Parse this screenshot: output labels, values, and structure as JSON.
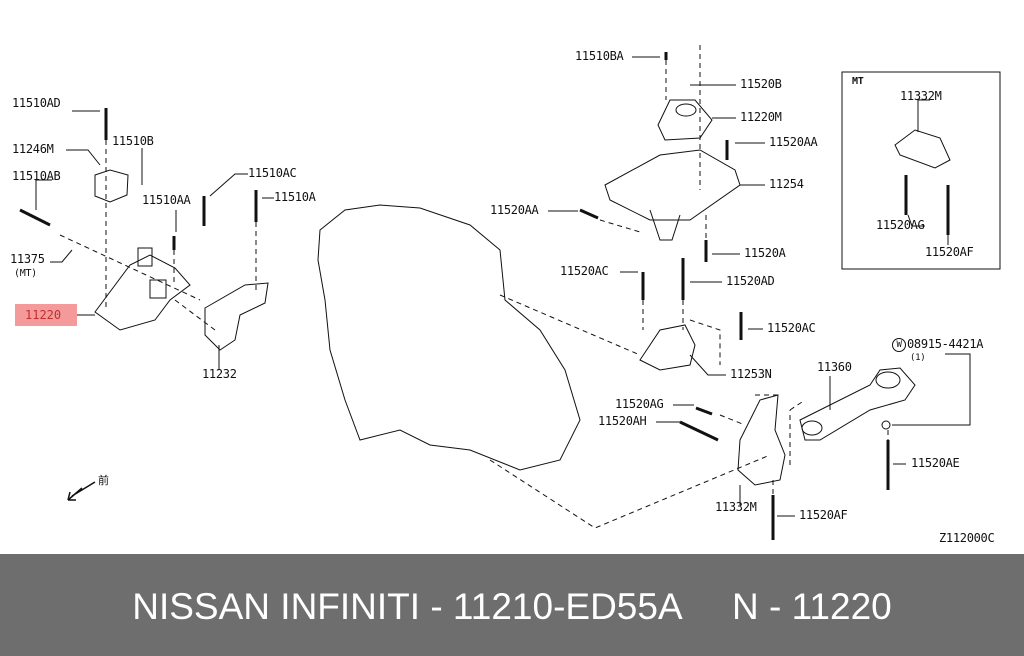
{
  "labels": {
    "l11510AD": "11510AD",
    "l11246M": "11246M",
    "l11510B": "11510B",
    "l11510AB": "11510AB",
    "l11510AC": "11510AC",
    "l11510AA": "11510AA",
    "l11510A": "11510A",
    "l11375": "11375",
    "l11375mt": "(MT)",
    "l11220": "11220",
    "l11232": "11232",
    "l11510BA": "11510BA",
    "l11520B": "11520B",
    "l11220M": "11220M",
    "l11520AA_r": "11520AA",
    "l11254": "11254",
    "l11520AA_l": "11520AA",
    "l11520A": "11520A",
    "l11520AC_l": "11520AC",
    "l11520AD": "11520AD",
    "l11520AC_r": "11520AC",
    "l11253N": "11253N",
    "mt_title": "MT",
    "mt_11332M": "11332M",
    "mt_11520AG": "11520AG",
    "mt_11520AF": "11520AF",
    "w_mark": "W",
    "l08915": "08915-4421A",
    "l08915_qty": "(1)",
    "l11360": "11360",
    "l11520AG": "11520AG",
    "l11520AH": "11520AH",
    "l11520AE": "11520AE",
    "l11332M": "11332M",
    "l11520AF": "11520AF",
    "diagram_code": "Z112000C",
    "front_mark": "前"
  },
  "footer": {
    "text": "NISSAN INFINITI - 11210-ED55A     N - 11220"
  },
  "colors": {
    "highlight": "#f59a9a",
    "footer_bg": "#6e6e6e"
  }
}
